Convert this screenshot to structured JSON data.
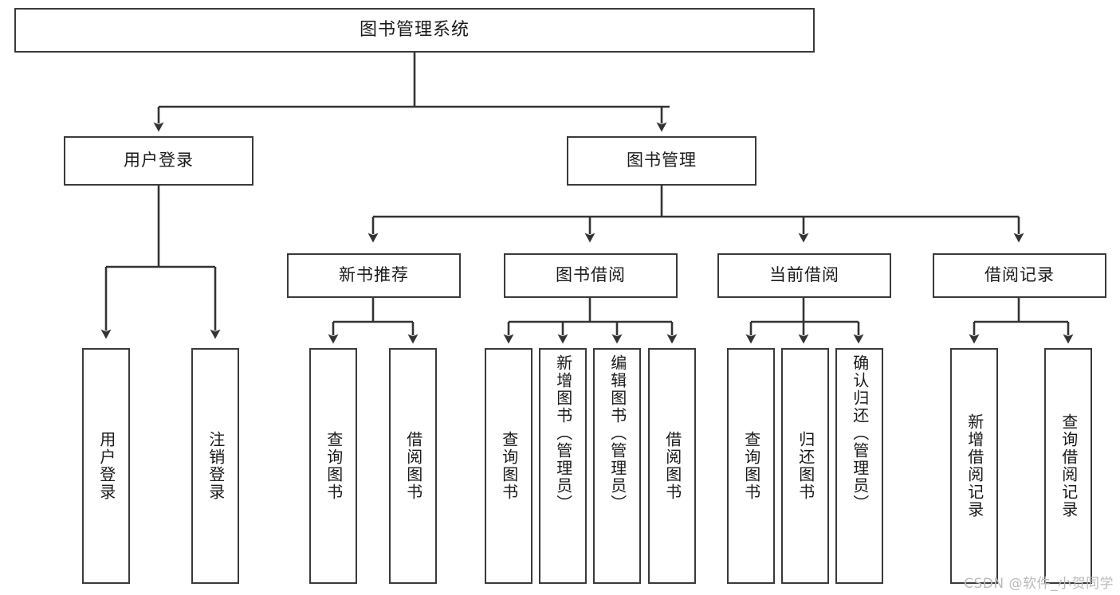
{
  "diagram": {
    "title": "图书管理系统",
    "type": "功能结构图",
    "watermark": "CSDN @软件_小贺同学",
    "colors": {
      "border": "#3a3a3a",
      "background": "#ffffff",
      "text": "#1a1a1a",
      "watermark": "#b9b9b9"
    },
    "root": {
      "label": "图书管理系统"
    },
    "level2": [
      {
        "label": "用户登录"
      },
      {
        "label": "图书管理"
      }
    ],
    "level3": [
      {
        "label": "新书推荐"
      },
      {
        "label": "图书借阅"
      },
      {
        "label": "当前借阅"
      },
      {
        "label": "借阅记录"
      }
    ],
    "leaves": {
      "user_login": [
        {
          "label": "用户登录"
        },
        {
          "label": "注销登录"
        }
      ],
      "new_book": [
        {
          "label": "查询图书"
        },
        {
          "label": "借阅图书"
        }
      ],
      "book_borrow": [
        {
          "label": "查询图书"
        },
        {
          "label": "新增图书（管理员）"
        },
        {
          "label": "编辑图书（管理员）"
        },
        {
          "label": "借阅图书"
        }
      ],
      "current_borrow": [
        {
          "label": "查询图书"
        },
        {
          "label": "归还图书"
        },
        {
          "label": "确认归还（管理员）"
        }
      ],
      "borrow_record": [
        {
          "label": "新增借阅记录"
        },
        {
          "label": "查询借阅记录"
        }
      ]
    }
  }
}
